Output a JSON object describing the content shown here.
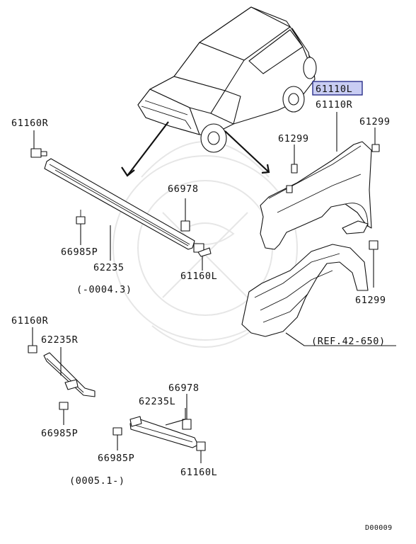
{
  "labels": {
    "l_61110L": "61110L",
    "l_61110R": "61110R",
    "l_61299_a": "61299",
    "l_61299_b": "61299",
    "l_61299_c": "61299",
    "l_61160R_a": "61160R",
    "l_66978_a": "66978",
    "l_66985P_a": "66985P",
    "l_62235": "62235",
    "l_61160L_a": "61160L",
    "l_date_a": "(-0004.3)",
    "l_ref": "(REF.42-650)",
    "l_61160R_b": "61160R",
    "l_62235R": "62235R",
    "l_66985P_b": "66985P",
    "l_66978_b": "66978",
    "l_62235L": "62235L",
    "l_66985P_c": "66985P",
    "l_61160L_b": "61160L",
    "l_date_b": "(0005.1-)",
    "l_code": "D00009"
  },
  "highlight_color": "#c9cdf3"
}
